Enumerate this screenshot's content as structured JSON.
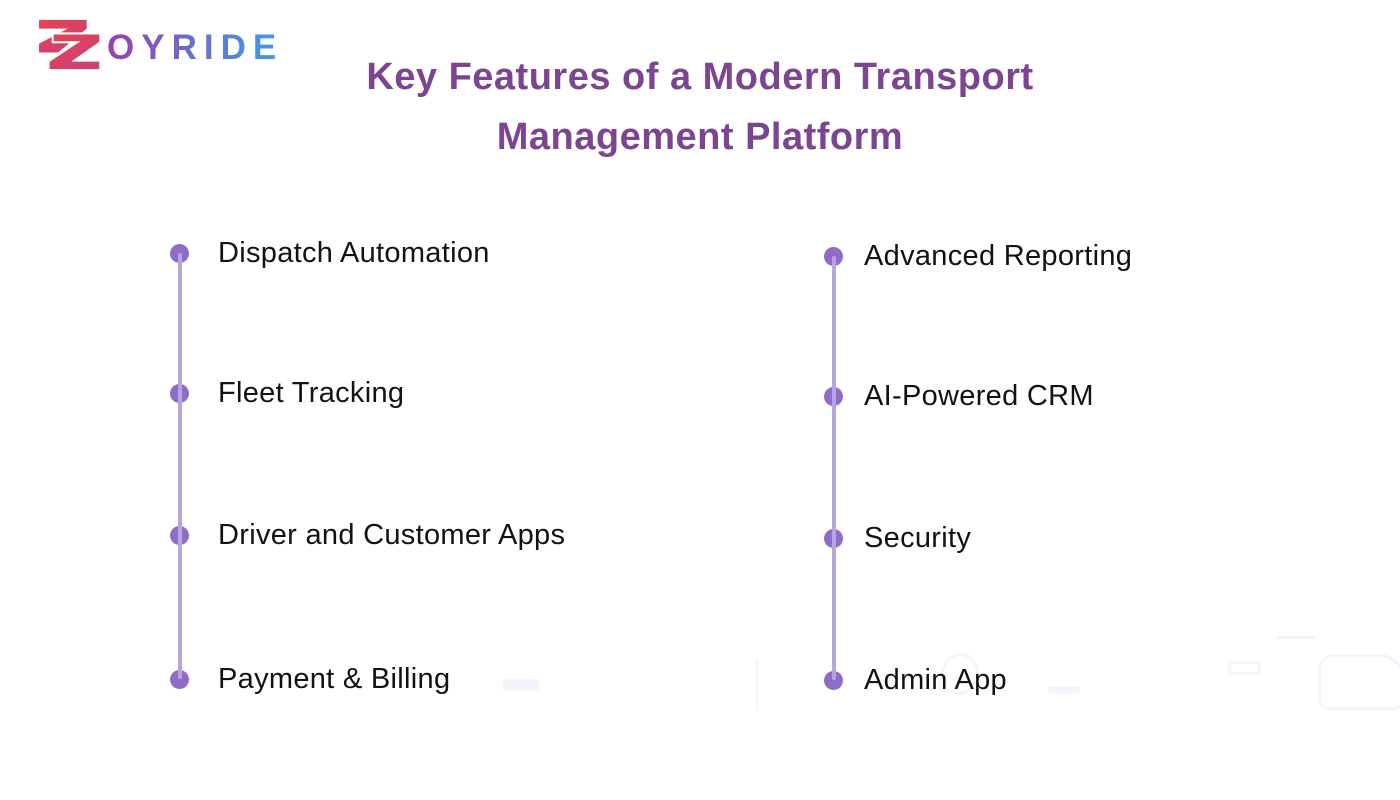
{
  "logo": {
    "brand": "ZOYRIDE",
    "brand_z": "Z",
    "brand_rest": "OYRIDE"
  },
  "title": {
    "line1": "Key Features of a Modern Transport",
    "line2": "Management Platform"
  },
  "columns": {
    "left": {
      "items": [
        "Dispatch Automation",
        "Fleet Tracking",
        "Driver and Customer Apps",
        "Payment & Billing"
      ]
    },
    "right": {
      "items": [
        "Advanced Reporting",
        "AI-Powered CRM",
        "Security",
        "Admin App"
      ]
    }
  },
  "colors": {
    "title": "#7b4591",
    "bullet": "#8f6cc8",
    "line": "#b7a6de",
    "text": "#121212",
    "logo_red": "#e8434e",
    "logo_magenta": "#c9407e",
    "logo_purple": "#9b3fae",
    "logo_blue": "#3d9be9",
    "background": "#ffffff",
    "watermark": "#f3f5fc"
  }
}
